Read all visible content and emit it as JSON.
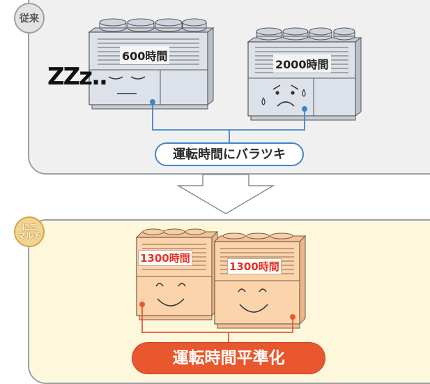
{
  "badges": {
    "before": "従来",
    "after": "にこ\nマルチ"
  },
  "before": {
    "unit_left_hours": "600時間",
    "unit_right_hours": "2000時間",
    "sleep_text": "ZZz..",
    "variation_label": "運転時間にバラツキ"
  },
  "after": {
    "unit_left_hours": "1300時間",
    "unit_right_hours": "1300時間",
    "leveling_label": "運転時間平準化"
  },
  "colors": {
    "before_panel": "#f0f0f0",
    "after_panel": "#fdf7dc",
    "blue_accent": "#3f86c9",
    "orange_accent": "#e8572d",
    "red_text": "#e63323"
  }
}
